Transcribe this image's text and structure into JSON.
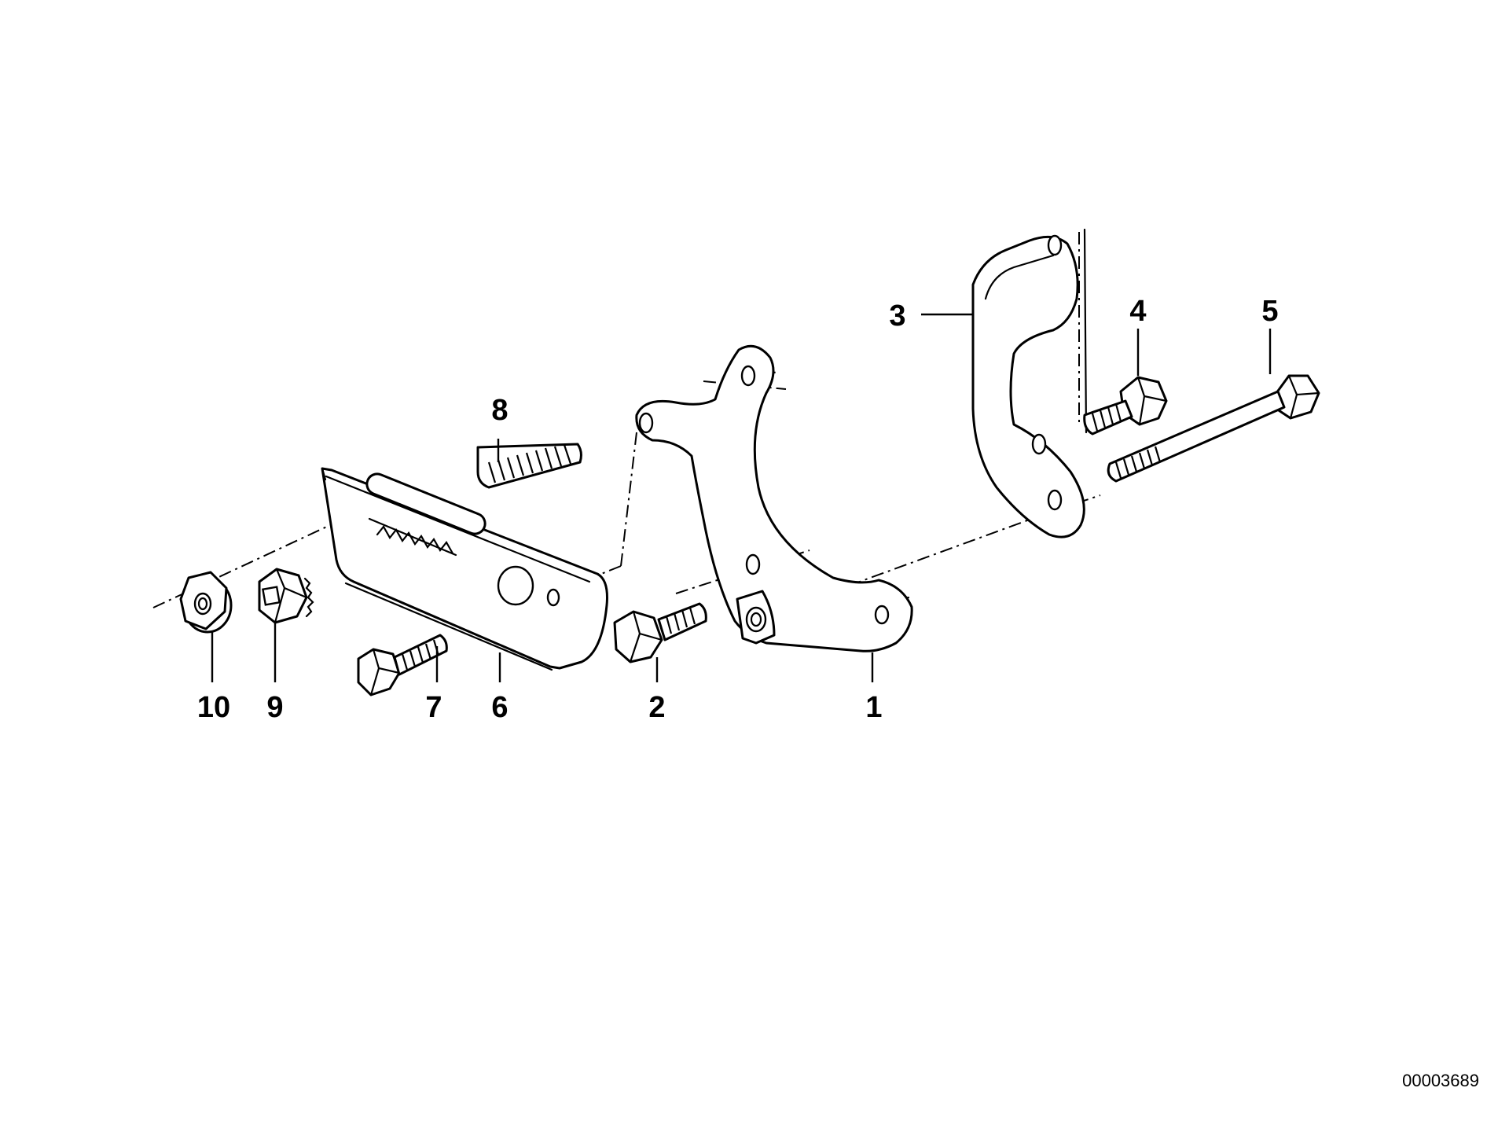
{
  "callouts": {
    "c1": "1",
    "c2": "2",
    "c3": "3",
    "c4": "4",
    "c5": "5",
    "c6": "6",
    "c7": "7",
    "c8": "8",
    "c9": "9",
    "c10": "10"
  },
  "document_number": "00003689",
  "colors": {
    "line": "#000000",
    "background": "#ffffff"
  }
}
